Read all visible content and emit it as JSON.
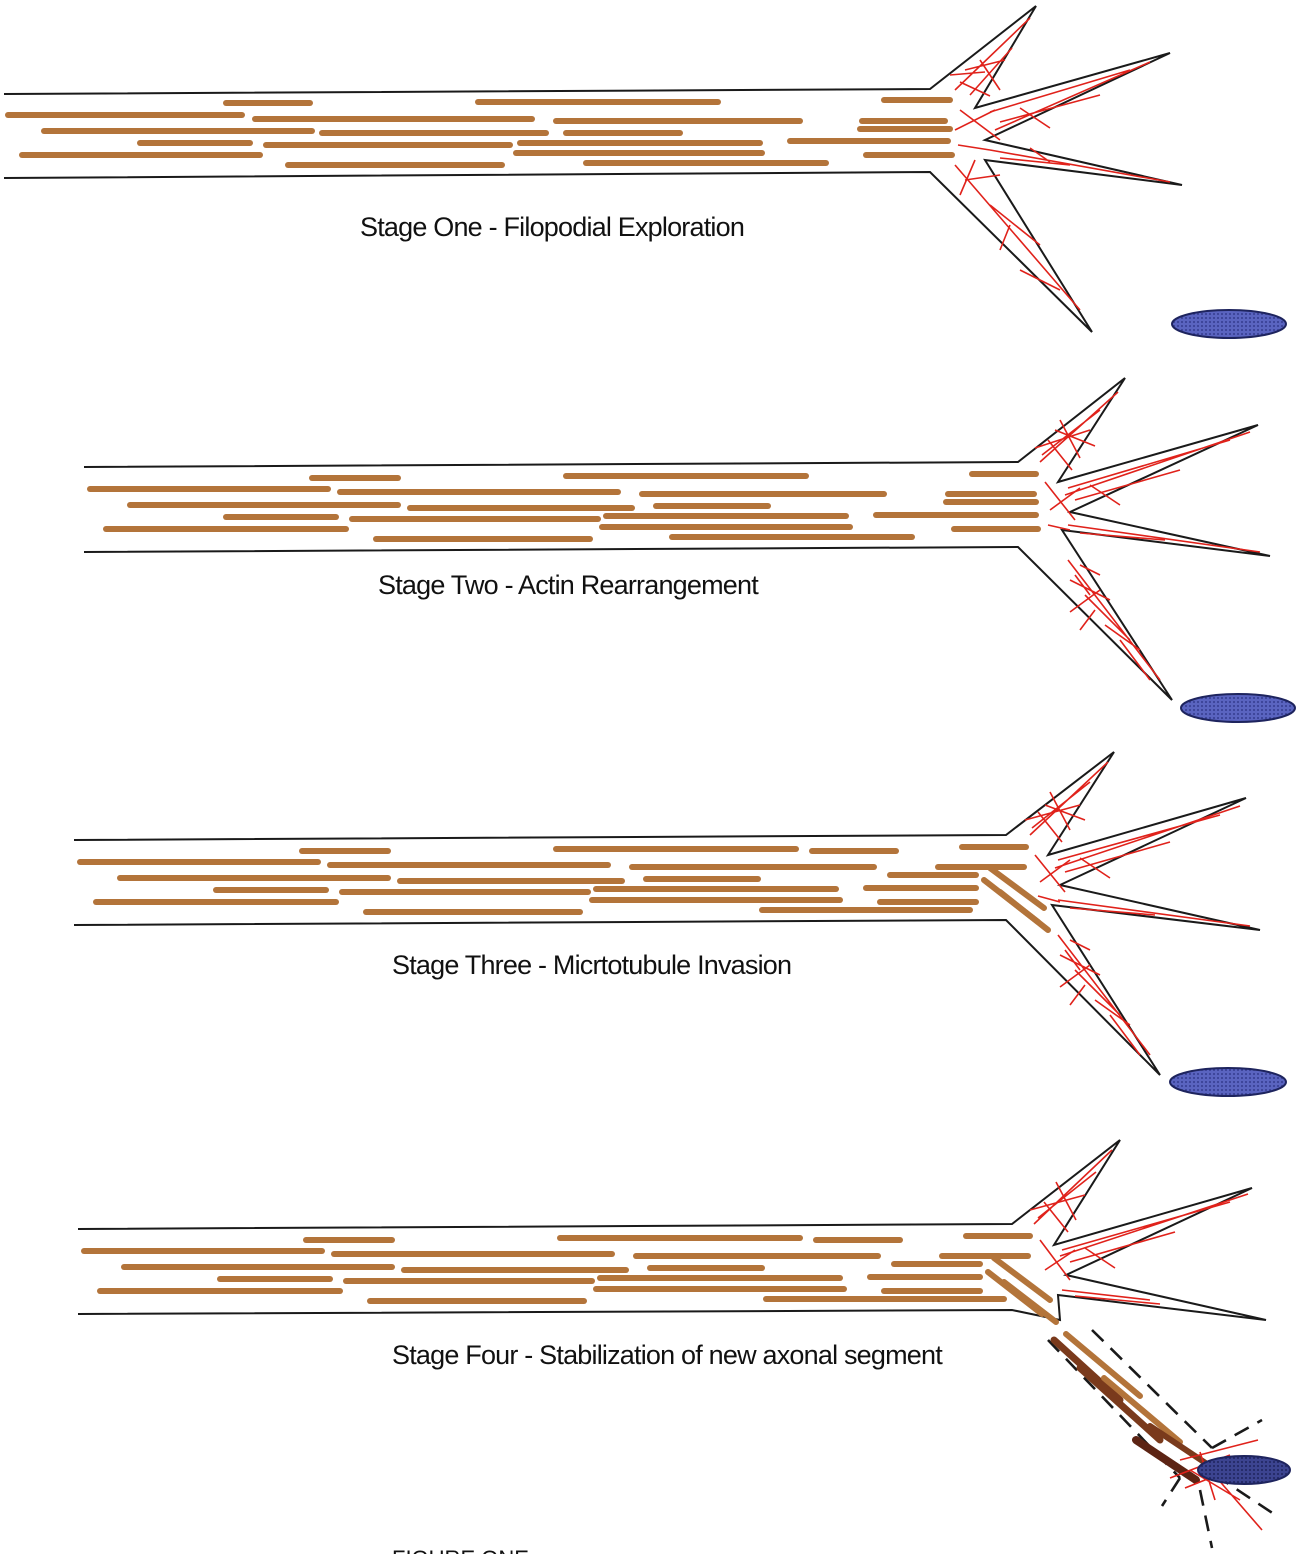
{
  "colors": {
    "microtubule": "#b3743a",
    "microtubule_dark": "#7a3a1c",
    "actin": "#e0221b",
    "membrane": "#1a1a1a",
    "target": "#4a55b0",
    "background": "#ffffff"
  },
  "stages": [
    {
      "caption": "Stage One - Filopodial Exploration"
    },
    {
      "caption": "Stage Two - Actin Rearrangement"
    },
    {
      "caption": "Stage Three - Micrtotubule Invasion"
    },
    {
      "caption": "Stage Four - Stabilization of new axonal segment"
    }
  ],
  "figure_label": "FIGURE ONE"
}
